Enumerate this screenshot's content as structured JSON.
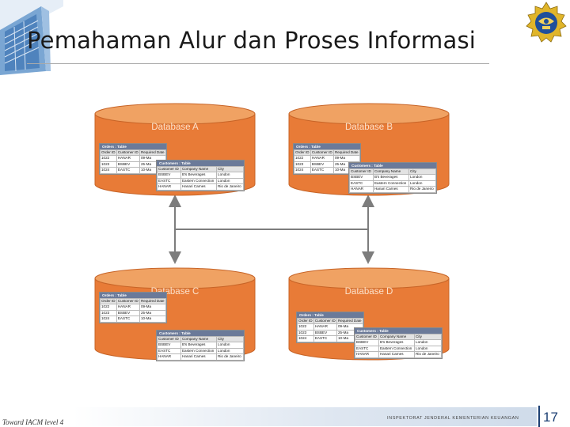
{
  "slide": {
    "title": "Pemahaman Alur dan Proses Informasi",
    "page_number": "17",
    "footer_left": "Toward IACM level 4",
    "footer_center": "INSPEKTORAT JENDERAL KEMENTERIAN KEUANGAN"
  },
  "databases": [
    {
      "label": "Database A",
      "orders": {
        "title": "Orders : Table",
        "headers": [
          "Order ID",
          "Customer ID",
          "Required Date"
        ],
        "rows": [
          [
            "1022",
            "HANAR",
            "09-Ma"
          ],
          [
            "1023",
            "BSBEV",
            "25-Ma"
          ],
          [
            "1024",
            "EASTC",
            "10-Ma"
          ]
        ]
      },
      "customers": {
        "title": "Customers : Table",
        "headers": [
          "Customer ID",
          "Company Name",
          "City"
        ],
        "rows": [
          [
            "BSBEV",
            "B's Beverages",
            "London"
          ],
          [
            "EASTC",
            "Eastern Connection",
            "London"
          ],
          [
            "HANAR",
            "Hanari Carnes",
            "Rio de Janeiro"
          ]
        ]
      }
    },
    {
      "label": "Database B",
      "orders": {
        "title": "Orders : Table",
        "headers": [
          "Order ID",
          "Customer ID",
          "Required Date"
        ],
        "rows": [
          [
            "1022",
            "HANAR",
            "09-Ma"
          ],
          [
            "1023",
            "BSBEV",
            "25-Ma"
          ],
          [
            "1024",
            "EASTC",
            "10-Ma"
          ]
        ]
      },
      "customers": {
        "title": "Customers : Table",
        "headers": [
          "Customer ID",
          "Company Name",
          "City"
        ],
        "rows": [
          [
            "BSBEV",
            "B's Beverages",
            "London"
          ],
          [
            "EASTC",
            "Eastern Connection",
            "London"
          ],
          [
            "HANAR",
            "Hanari Carnes",
            "Rio de Janeiro"
          ]
        ]
      }
    },
    {
      "label": "Database C",
      "orders": {
        "title": "Orders : Table",
        "headers": [
          "Order ID",
          "Customer ID",
          "Required Date"
        ],
        "rows": [
          [
            "1022",
            "HANAR",
            "09-Ma"
          ],
          [
            "1023",
            "BSBEV",
            "25-Ma"
          ],
          [
            "1024",
            "EASTC",
            "10-Ma"
          ]
        ]
      },
      "customers": {
        "title": "Customers : Table",
        "headers": [
          "Customer ID",
          "Company Name",
          "City"
        ],
        "rows": [
          [
            "BSBEV",
            "B's Beverages",
            "London"
          ],
          [
            "EASTC",
            "Eastern Connection",
            "London"
          ],
          [
            "HANAR",
            "Hanari Carnes",
            "Rio de Janeiro"
          ]
        ]
      }
    },
    {
      "label": "Database D",
      "orders": {
        "title": "Orders : Table",
        "headers": [
          "Order ID",
          "Customer ID",
          "Required Date"
        ],
        "rows": [
          [
            "1022",
            "HANAR",
            "09-Ma"
          ],
          [
            "1023",
            "BSBEV",
            "25-Ma"
          ],
          [
            "1024",
            "EASTC",
            "10-Ma"
          ]
        ]
      },
      "customers": {
        "title": "Customers : Table",
        "headers": [
          "Customer ID",
          "Company Name",
          "City"
        ],
        "rows": [
          [
            "BSBEV",
            "B's Beverages",
            "London"
          ],
          [
            "EASTC",
            "Eastern Connection",
            "London"
          ],
          [
            "HANAR",
            "Hanari Carnes",
            "Rio de Janeiro"
          ]
        ]
      }
    }
  ],
  "colors": {
    "cylinder_body": "#e87b37",
    "cylinder_top": "#f0a263",
    "connector": "#7d7d7d",
    "accent": "#1c3f73"
  },
  "icons": {
    "left_logo": "building-logo-icon",
    "right_logo": "ministry-emblem-icon"
  }
}
